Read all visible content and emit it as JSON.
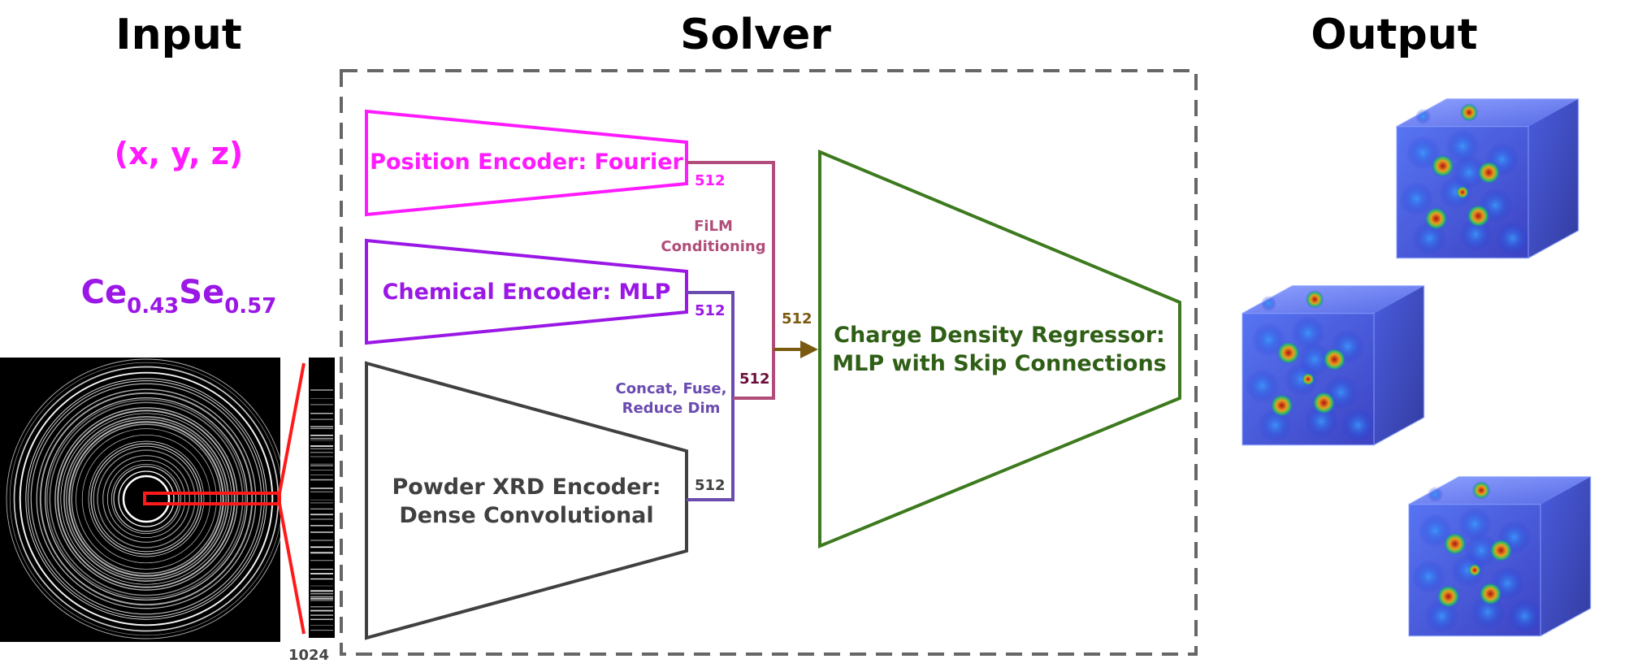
{
  "headers": {
    "input": "Input",
    "solver": "Solver",
    "output": "Output"
  },
  "input": {
    "coords": "(x, y, z)",
    "formula": {
      "el1": "Ce",
      "sub1": "0.43",
      "el2": "Se",
      "sub2": "0.57"
    },
    "xrd_length": "1024"
  },
  "solver": {
    "position_encoder": "Position Encoder: Fourier",
    "chemical_encoder": "Chemical Encoder: MLP",
    "xrd_encoder_line1": "Powder XRD Encoder:",
    "xrd_encoder_line2": "Dense Convolutional",
    "regressor_line1": "Charge Density Regressor:",
    "regressor_line2": "MLP with Skip Connections",
    "pos_dim": "512",
    "chem_dim": "512",
    "xrd_dim": "512",
    "fused_dim": "512",
    "film_dim": "512",
    "film_line1": "FiLM",
    "film_line2": "Conditioning",
    "fuse_line1": "Concat, Fuse,",
    "fuse_line2": "Reduce Dim"
  },
  "colors": {
    "position": "#ff1aff",
    "chemical": "#9a17e6",
    "xrd": "#404040",
    "regressor": "#3d7a1e",
    "film": "#b04d7a",
    "fuse": "#6a4bb0",
    "arrow": "#7a5a10",
    "zoom": "#ff1a1a"
  }
}
